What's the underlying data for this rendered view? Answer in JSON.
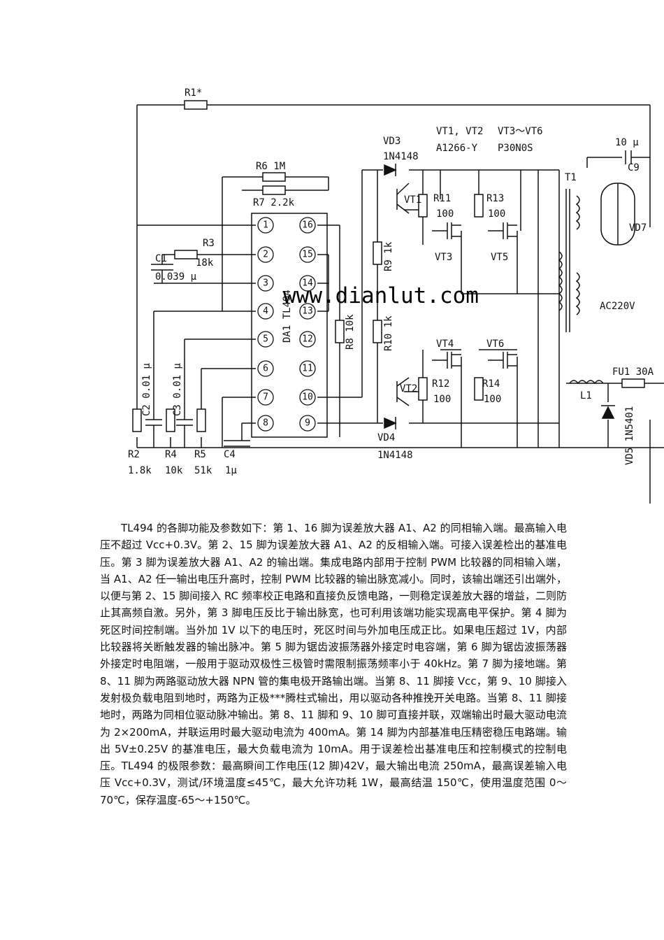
{
  "schematic": {
    "ic_label": "DA1 TL494",
    "watermark": "www.dianlut.com",
    "pins": [
      "1",
      "2",
      "3",
      "4",
      "5",
      "6",
      "7",
      "8",
      "9",
      "10",
      "11",
      "12",
      "13",
      "14",
      "15",
      "16"
    ],
    "labels": {
      "r1": "R1*",
      "r6": "R6  1M",
      "r7": "R7  2.2k",
      "r3": "R3",
      "r3_val": "18k",
      "c1": "C1",
      "c1_val": "0.039 μ",
      "c2": "C2  0.01 μ",
      "c3": "C3  0.01 μ",
      "r2": "R2",
      "r2_val": "1.8k",
      "r4": "R4",
      "r4_val": "10k",
      "r5": "R5",
      "r5_val": "51k",
      "c4": "C4",
      "c4_val": "1μ",
      "r8": "R8  10k",
      "vd3": "VD3",
      "vd3_part": "1N4148",
      "vd4": "VD4",
      "vd4_part": "1N4148",
      "vt1": "VT1",
      "vt2": "VT2",
      "r9": "R9  1k",
      "r10": "R10  1k",
      "vt12_head": "VT1, VT2",
      "vt12_part": "A1266-Y",
      "vt36_head": "VT3～VT6",
      "vt36_part": "P30N0S",
      "r11": "R11",
      "r11_val": "100",
      "r13": "R13",
      "r13_val": "100",
      "vt3": "VT3",
      "vt5": "VT5",
      "vt4": "VT4",
      "vt6": "VT6",
      "r12": "R12",
      "r12_val": "100",
      "r14": "R14",
      "r14_val": "100",
      "t1": "T1",
      "c9_val": "10 μ",
      "c9": "C9",
      "vd7": "VD7",
      "ac": "AC220V",
      "l1": "L1",
      "fu1": "FU1  30A",
      "vd5": "VD5  1N5401"
    }
  },
  "body_text": "TL494 的各脚功能及参数如下：第 1、16 脚为误差放大器 A1、A2 的同相输入端。最高输入电压不超过 Vcc+0.3V。第 2、15 脚为误差放大器 A1、A2 的反相输入端。可接入误差检出的基准电压。第 3 脚为误差放大器 A1、A2 的输出端。集成电路内部用于控制 PWM 比较器的同相输入端，当 A1、A2 任一输出电压升高时，控制 PWM 比较器的输出脉宽减小。同时，该输出端还引出端外，以便与第 2、15 脚间接入 RC 频率校正电路和直接负反馈电路，一则稳定误差放大器的增益，二则防止其高频自激。另外，第 3 脚电压反比于输出脉宽，也可利用该端功能实现高电平保护。第 4 脚为死区时间控制端。当外加 1V 以下的电压时，死区时间与外加电压成正比。如果电压超过 1V，内部比较器将关断触发器的输出脉冲。第 5 脚为锯齿波振荡器外接定时电容端，第 6 脚为锯齿波振荡器外接定时电阻端，一般用于驱动双极性三极管时需限制振荡频率小于 40kHz。第 7 脚为接地端。第 8、11 脚为两路驱动放大器 NPN 管的集电极开路输出端。当第 8、11 脚接 Vcc，第 9、10 脚接入发射极负载电阻到地时，两路为正极***腾柱式输出，用以驱动各种推挽开关电路。当第 8、11 脚接地时，两路为同相位驱动脉冲输出。第 8、11 脚和 9、10 脚可直接并联，双端输出时最大驱动电流为 2×200mA，并联运用时最大驱动电流为 400mA。第 14 脚为内部基准电压精密稳压电路端。输出 5V±0.25V 的基准电压，最大负载电流为 10mA。用于误差检出基准电压和控制模式的控制电压。TL494 的极限参数：最高瞬间工作电压(12 脚)42V，最大输出电流 250mA，最高误差输入电压 Vcc+0.3V，测试/环境温度≤45℃，最大允许功耗 1W，最高结温 150℃，使用温度范围 0～70℃，保存温度-65～+150℃。"
}
